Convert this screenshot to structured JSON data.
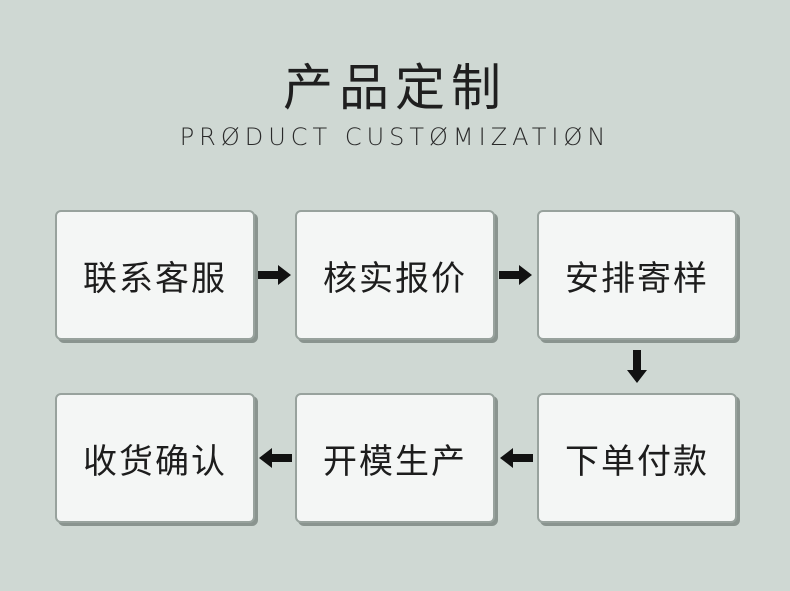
{
  "header": {
    "title": "产品定制",
    "subtitle": "PRØDUCT CUSTØMIZATIØN"
  },
  "steps": [
    "联系客服",
    "核实报价",
    "安排寄样",
    "下单付款",
    "开模生产",
    "收货确认"
  ]
}
